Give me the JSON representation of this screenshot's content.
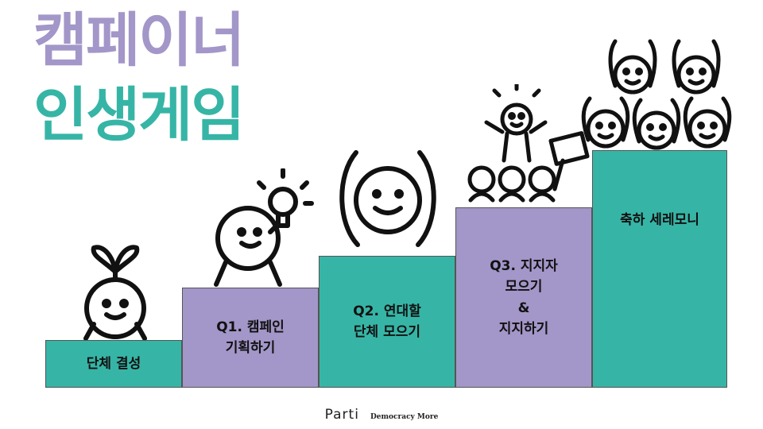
{
  "title": {
    "line1": "캠페이너",
    "line2": "인생게임",
    "line1_color": "#a396c8",
    "line2_color": "#36b5a6"
  },
  "colors": {
    "teal": "#36b5a6",
    "purple": "#a396c8"
  },
  "steps": [
    {
      "label": "단체 결성",
      "color": "#36b5a6",
      "figure": "sprout-character"
    },
    {
      "label": "Q1. 캠페인\n기획하기",
      "color": "#a396c8",
      "figure": "lightbulb-idea-character"
    },
    {
      "label": "Q2. 연대할\n단체 모으기",
      "color": "#36b5a6",
      "figure": "arms-up-character"
    },
    {
      "label": "Q3. 지지자\n모으기\n&\n지지하기",
      "color": "#a396c8",
      "figure": "leader-with-supporters"
    },
    {
      "label": "축하 세레모니",
      "color": "#36b5a6",
      "figure": "celebrating-crowd"
    }
  ],
  "footer": {
    "brand": "Parti",
    "tagline": "Democracy More"
  }
}
